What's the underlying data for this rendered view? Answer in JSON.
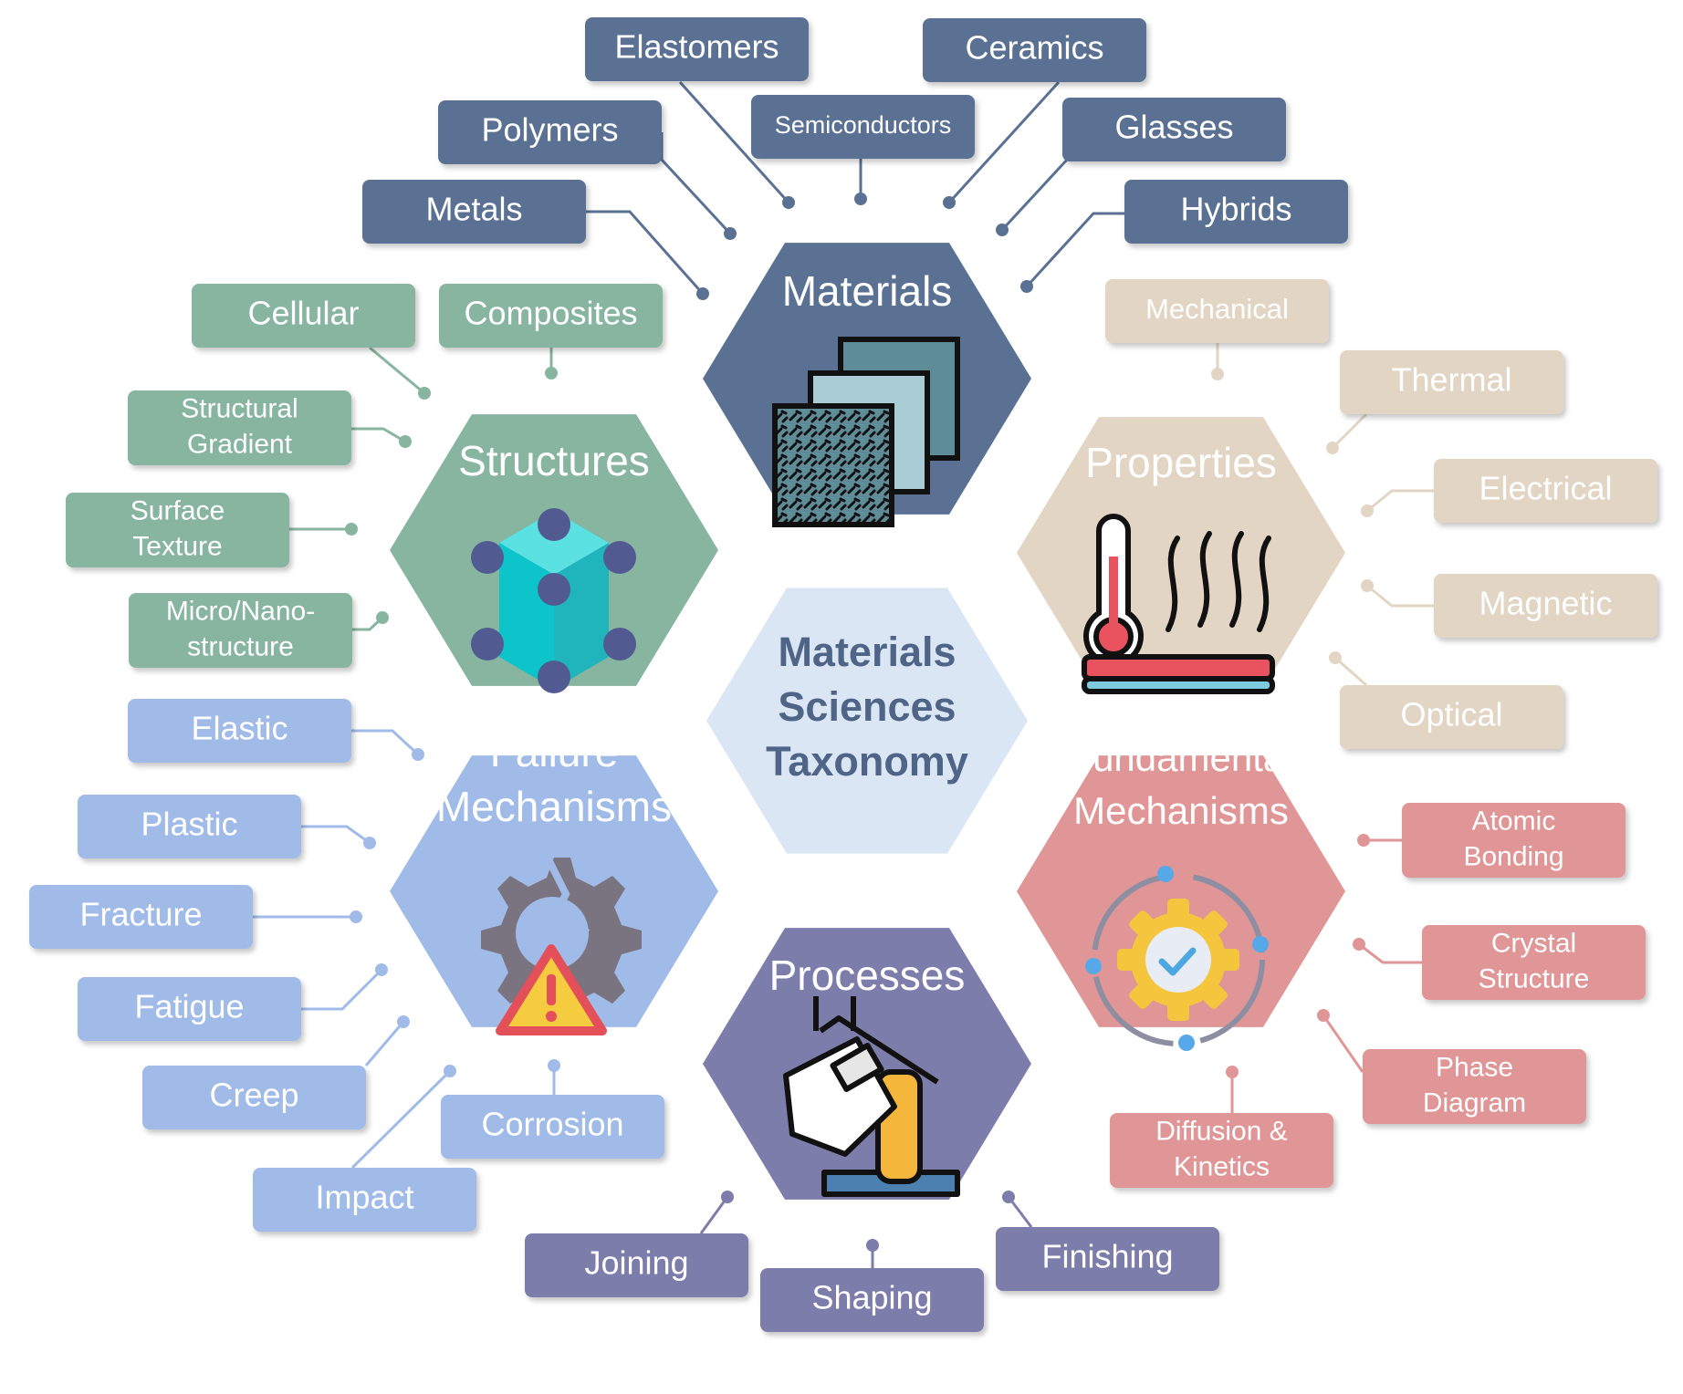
{
  "center": {
    "lines": [
      "Materials",
      "Sciences",
      "Taxonomy"
    ],
    "color": "#dbe6f5",
    "text_color": "#4f6587"
  },
  "categories": [
    {
      "id": "materials",
      "lines": [
        "Materials"
      ],
      "color": "#5a7194",
      "icon": "material-sheets-icon",
      "leaves": [
        {
          "id": "metals",
          "lines": [
            "Metals"
          ]
        },
        {
          "id": "polymers",
          "lines": [
            "Polymers"
          ]
        },
        {
          "id": "elastomers",
          "lines": [
            "Elastomers"
          ]
        },
        {
          "id": "semiconductors",
          "lines": [
            "Semiconductors"
          ]
        },
        {
          "id": "ceramics",
          "lines": [
            "Ceramics"
          ]
        },
        {
          "id": "glasses",
          "lines": [
            "Glasses"
          ]
        },
        {
          "id": "hybrids",
          "lines": [
            "Hybrids"
          ]
        }
      ]
    },
    {
      "id": "structures",
      "lines": [
        "Structures"
      ],
      "color": "#88b5a0",
      "icon": "cube-lattice-icon",
      "leaves": [
        {
          "id": "cellular",
          "lines": [
            "Cellular"
          ]
        },
        {
          "id": "composites",
          "lines": [
            "Composites"
          ]
        },
        {
          "id": "structural-gradient",
          "lines": [
            "Structural",
            "Gradient"
          ]
        },
        {
          "id": "surface-texture",
          "lines": [
            "Surface",
            "Texture"
          ]
        },
        {
          "id": "micro-nano-structure",
          "lines": [
            "Micro/Nano-",
            "structure"
          ]
        }
      ]
    },
    {
      "id": "properties",
      "lines": [
        "Properties"
      ],
      "color": "#e2d5c4",
      "icon": "thermometer-heat-icon",
      "leaves": [
        {
          "id": "mechanical",
          "lines": [
            "Mechanical"
          ]
        },
        {
          "id": "thermal",
          "lines": [
            "Thermal"
          ]
        },
        {
          "id": "electrical",
          "lines": [
            "Electrical"
          ]
        },
        {
          "id": "magnetic",
          "lines": [
            "Magnetic"
          ]
        },
        {
          "id": "optical",
          "lines": [
            "Optical"
          ]
        }
      ]
    },
    {
      "id": "failure",
      "lines": [
        "Failure",
        "Mechanisms"
      ],
      "color": "#a1bbe8",
      "icon": "broken-gear-warning-icon",
      "leaves": [
        {
          "id": "elastic",
          "lines": [
            "Elastic"
          ]
        },
        {
          "id": "plastic",
          "lines": [
            "Plastic"
          ]
        },
        {
          "id": "fracture",
          "lines": [
            "Fracture"
          ]
        },
        {
          "id": "fatigue",
          "lines": [
            "Fatigue"
          ]
        },
        {
          "id": "creep",
          "lines": [
            "Creep"
          ]
        },
        {
          "id": "corrosion",
          "lines": [
            "Corrosion"
          ]
        },
        {
          "id": "impact",
          "lines": [
            "Impact"
          ]
        }
      ]
    },
    {
      "id": "fundamental",
      "lines": [
        "Fundamental",
        "Mechanisms"
      ],
      "color": "#e09696",
      "icon": "gear-orbit-check-icon",
      "leaves": [
        {
          "id": "atomic-bonding",
          "lines": [
            "Atomic",
            "Bonding"
          ]
        },
        {
          "id": "crystal-structure",
          "lines": [
            "Crystal",
            "Structure"
          ]
        },
        {
          "id": "phase-diagram",
          "lines": [
            "Phase",
            "Diagram"
          ]
        },
        {
          "id": "diffusion-kinetics",
          "lines": [
            "Diffusion &",
            "Kinetics"
          ]
        }
      ]
    },
    {
      "id": "processes",
      "lines": [
        "Processes"
      ],
      "color": "#7c7dab",
      "icon": "crucible-pour-icon",
      "leaves": [
        {
          "id": "joining",
          "lines": [
            "Joining"
          ]
        },
        {
          "id": "shaping",
          "lines": [
            "Shaping"
          ]
        },
        {
          "id": "finishing",
          "lines": [
            "Finishing"
          ]
        }
      ]
    }
  ]
}
